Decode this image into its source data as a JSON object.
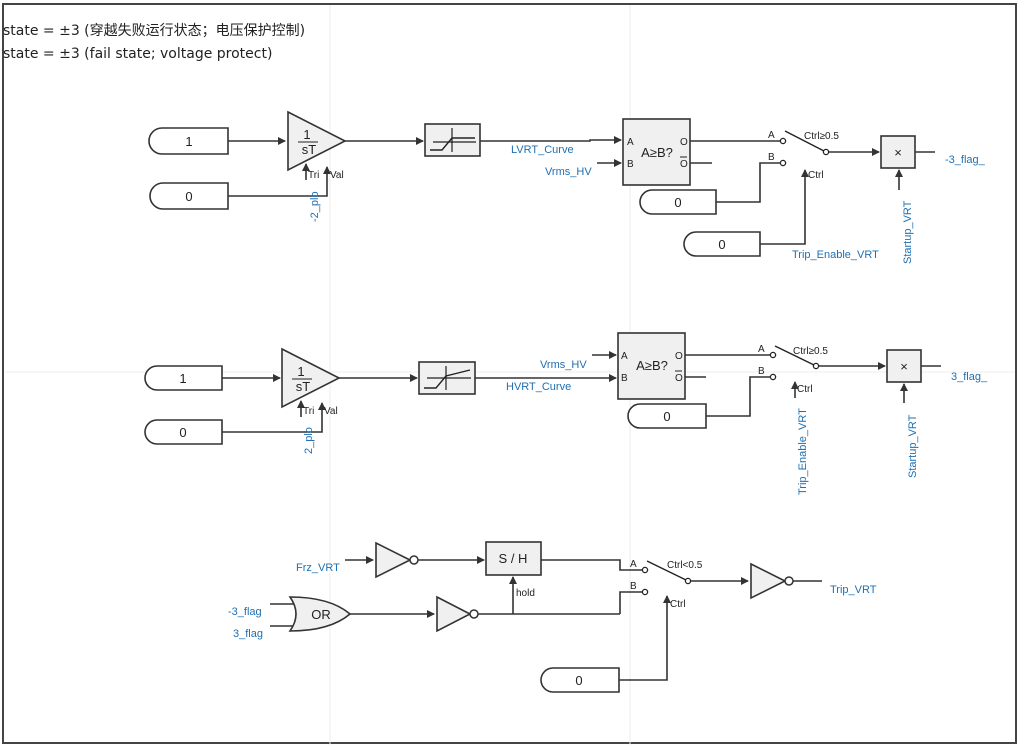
{
  "header": {
    "line1": "state = ±3 (穿越失败运行状态；电压保护控制)",
    "line2": "state = ±3 (fail state; voltage protect)"
  },
  "row1": {
    "const_1": "1",
    "const_0": "0",
    "integ_num": "1",
    "integ_den": "sT",
    "tri": "Tri",
    "val": "Val",
    "plo": "-2_plo",
    "curve_label": "LVRT_Curve",
    "vrms_label": "Vrms_HV",
    "cmp_text": "A≥B?",
    "cmp_a": "A",
    "cmp_b": "B",
    "cmp_o": "O",
    "cmp_obar": "O",
    "sw_a": "A",
    "sw_b": "B",
    "sw_ctrl": "Ctrl≥0.5",
    "sw_ctrl_in": "Ctrl",
    "const_b": "0",
    "const_trip": "0",
    "trip_enable": "Trip_Enable_VRT",
    "mult": "×",
    "startup": "Startup_VRT",
    "out": "-3_flag_"
  },
  "row2": {
    "const_1": "1",
    "const_0": "0",
    "integ_num": "1",
    "integ_den": "sT",
    "tri": "Tri",
    "val": "Val",
    "plo": "2_plo",
    "vrms_label": "Vrms_HV",
    "curve_label": "HVRT_Curve",
    "cmp_text": "A≥B?",
    "cmp_a": "A",
    "cmp_b": "B",
    "cmp_o": "O",
    "cmp_obar": "O",
    "sw_a": "A",
    "sw_b": "B",
    "sw_ctrl": "Ctrl≥0.5",
    "sw_ctrl_in": "Ctrl",
    "const_b": "0",
    "trip_enable": "Trip_Enable_VRT",
    "mult": "×",
    "startup": "Startup_VRT",
    "out": "3_flag_"
  },
  "row3": {
    "frz": "Frz_VRT",
    "sh": "S / H",
    "hold": "hold",
    "in_a": "-3_flag",
    "in_b": "3_flag",
    "or_text": "OR",
    "sw_a": "A",
    "sw_b": "B",
    "sw_ctrl": "Ctrl<0.5",
    "sw_ctrl_in": "Ctrl",
    "const_0": "0",
    "out": "Trip_VRT"
  }
}
